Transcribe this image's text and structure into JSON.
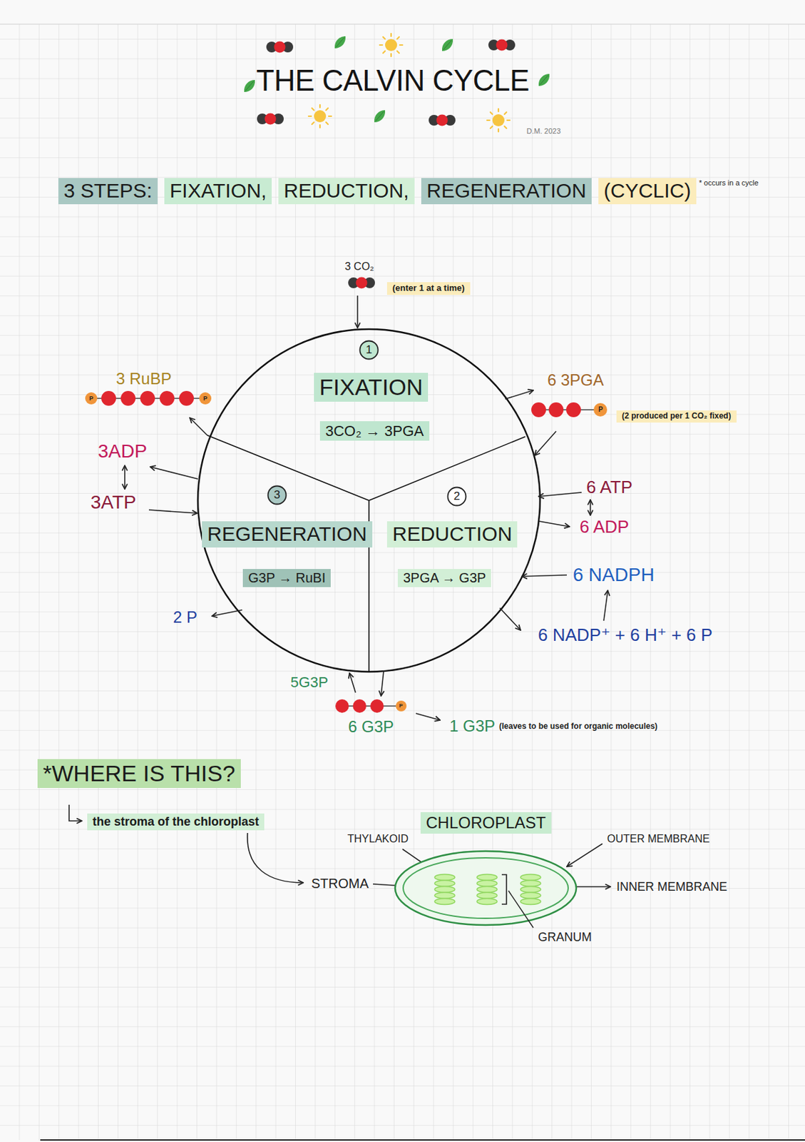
{
  "diagram": {
    "title": "THE CALVIN CYCLE",
    "nodes": [
      {
        "text": [
          "3 STEPS:"
        ]
      },
      {
        "text": [
          "FIXATION,"
        ]
      },
      {
        "text": [
          "REDUCTION,"
        ]
      },
      {
        "text": [
          "REGENERATION"
        ]
      },
      {
        "text": [
          "(CYCLIC)"
        ]
      },
      {
        "text": [
          "(enter 1 at a time)"
        ]
      },
      {
        "text": [
          "1"
        ]
      },
      {
        "text": [
          "FIXATION"
        ]
      },
      {
        "text": [
          "3CO₂ → 3PGA"
        ]
      },
      {
        "text": [
          "(2 produced per 1 CO₂ fixed)"
        ]
      },
      {
        "text": [
          "3"
        ]
      },
      {
        "text": [
          "REGENERATION"
        ]
      },
      {
        "text": [
          "G3P → RuBI"
        ]
      },
      {
        "text": [
          "2"
        ]
      },
      {
        "text": [
          "REDUCTION"
        ]
      },
      {
        "text": [
          "3PGA → G3P"
        ]
      },
      {
        "text": [
          "*WHERE IS THIS?"
        ]
      },
      {
        "text": [
          "the stroma of the chloroplast"
        ]
      },
      {
        "text": [
          "CHLOROPLAST"
        ]
      }
    ],
    "labels": [
      "D.M. 2023",
      "* occurs in a cycle",
      "3 CO₂",
      "6 3PGA",
      "P",
      "3 RuBP",
      "P",
      "P",
      "3ADP",
      "3ATP",
      "6 ATP",
      "6 ADP",
      "6 NADPH",
      "6 NADP⁺ + 6 H⁺ + 6 P",
      "2 P",
      "5G3P",
      "P",
      "6 G3P",
      "1 G3P",
      "(leaves to be used for organic molecules)",
      "THYLAKOID",
      "STROMA",
      "OUTER MEMBRANE",
      "INNER MEMBRANE",
      "GRANUM"
    ]
  }
}
